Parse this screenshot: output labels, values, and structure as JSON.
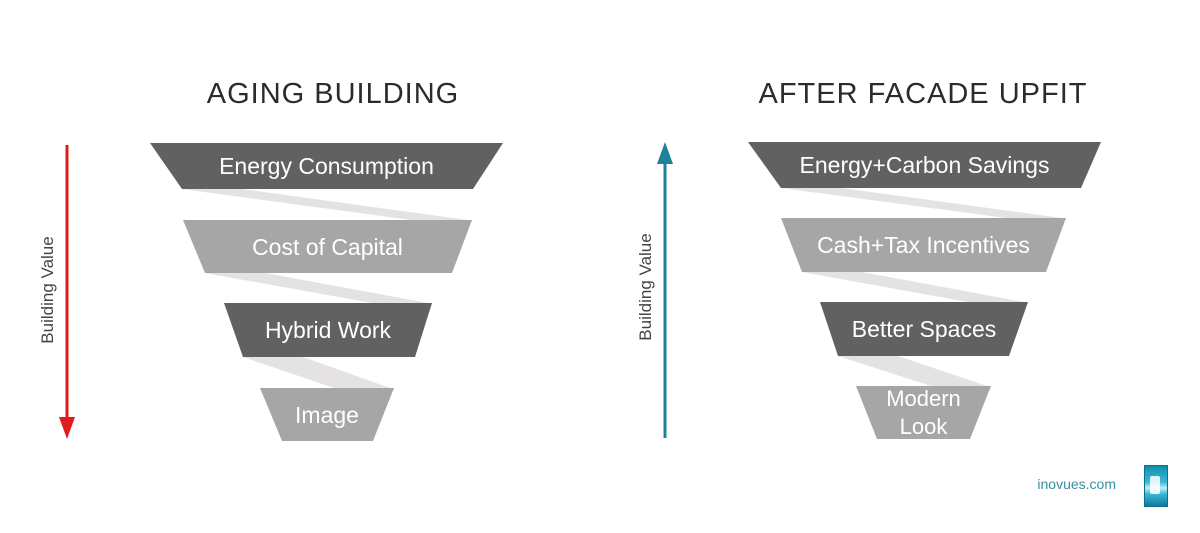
{
  "left": {
    "title": "AGING BUILDING",
    "axis_label": "Building Value",
    "arrow_direction": "down",
    "arrow_color": "#e11b1b",
    "tiers": [
      {
        "label": "Energy Consumption",
        "color": "#616161"
      },
      {
        "label": "Cost of Capital",
        "color": "#a6a6a6"
      },
      {
        "label": "Hybrid Work",
        "color": "#616161"
      },
      {
        "label": "Image",
        "color": "#a6a6a6"
      }
    ]
  },
  "right": {
    "title": "AFTER FACADE UPFIT",
    "axis_label": "Building Value",
    "arrow_direction": "up",
    "arrow_color": "#1c8398",
    "tiers": [
      {
        "label": "Energy+Carbon Savings",
        "color": "#616161"
      },
      {
        "label": "Cash+Tax Incentives",
        "color": "#a6a6a6"
      },
      {
        "label": "Better Spaces",
        "color": "#616161"
      },
      {
        "label": "Modern Look",
        "color": "#a6a6a6"
      }
    ]
  },
  "connector_color": "#e4e2e3",
  "brand": {
    "url": "inovues.com",
    "logo_icon": "window-logo-icon"
  }
}
